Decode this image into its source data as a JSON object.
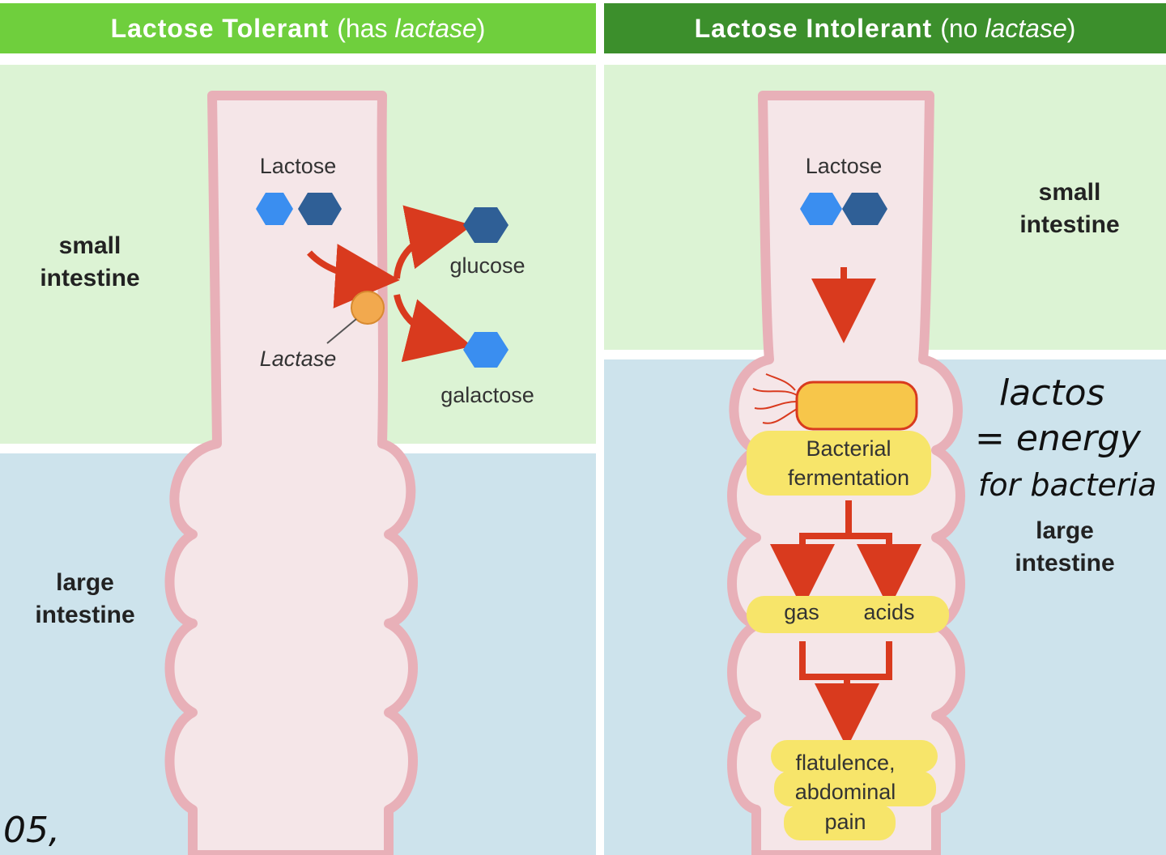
{
  "left": {
    "header_bold": "Lactose Tolerant",
    "header_pre": "(has ",
    "header_italic": "lactase",
    "header_post": ")",
    "small_intestine_label": [
      "small",
      "intestine"
    ],
    "large_intestine_label": [
      "large",
      "intestine"
    ],
    "lactose_label": "Lactose",
    "lactase_label": "Lactase",
    "glucose_label": "glucose",
    "galactose_label": "galactose"
  },
  "right": {
    "header_bold": "Lactose Intolerant",
    "header_pre": "(no ",
    "header_italic": "lactase",
    "header_post": ")",
    "small_intestine_label": [
      "small",
      "intestine"
    ],
    "large_intestine_label": [
      "large",
      "intestine"
    ],
    "lactose_label": "Lactose",
    "fermentation_label": [
      "Bacterial",
      "fermentation"
    ],
    "gas_label": "gas",
    "acids_label": "acids",
    "symptoms_label": [
      "flatulence,",
      "abdominal",
      "pain"
    ]
  },
  "handwritten": {
    "note_lines": [
      "lactos",
      "= energy",
      "for bacteria"
    ],
    "corner_mark": "05,"
  },
  "colors": {
    "small_intestine_bg": "#dcf3d4",
    "large_intestine_bg": "#cde3ec",
    "intestine_fill": "#f5e6e8",
    "intestine_wall": "#e8b0b8",
    "arrow": "#d93a1e",
    "glucose": "#2f5f96",
    "galactose": "#3a8ef0",
    "lactase": "#f2a94e",
    "highlight": "#f7e56a"
  }
}
